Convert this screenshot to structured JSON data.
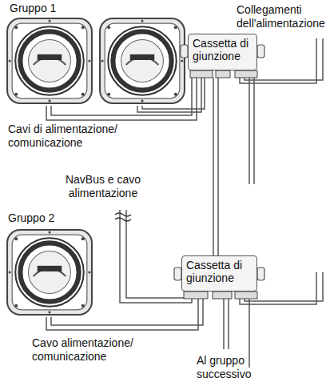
{
  "diagram": {
    "nodes": [
      {
        "text": [
          "Cassetta di giunzione"
        ]
      },
      {
        "text": [
          "Cassetta di giunzione"
        ]
      }
    ],
    "edges": [
      {
        "from": 0,
        "to": 1,
        "arrow": "none"
      }
    ],
    "labels": [
      "Gruppo 1",
      "Collegamenti dell'alimentazione",
      "Cavi di alimentazione/ comunicazione",
      "NavBus e cavo alimentazione",
      "Gruppo 2",
      "Cavo alimentazione/ comunicazione",
      "Al gruppo successivo"
    ]
  }
}
